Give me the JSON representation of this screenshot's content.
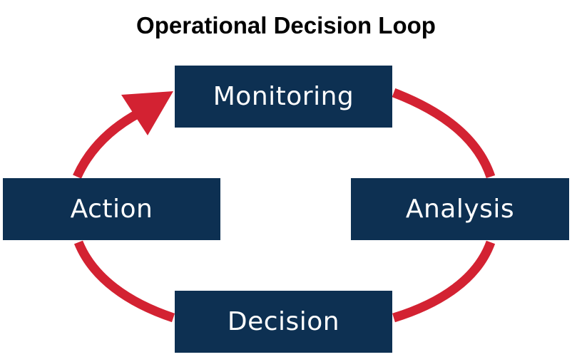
{
  "title": "Operational Decision Loop",
  "nodes": {
    "monitoring": "Monitoring",
    "analysis": "Analysis",
    "decision": "Decision",
    "action": "Action"
  },
  "colors": {
    "node_fill": "#0d3052",
    "node_text": "#ffffff",
    "arc": "#d32232",
    "title": "#000000"
  }
}
